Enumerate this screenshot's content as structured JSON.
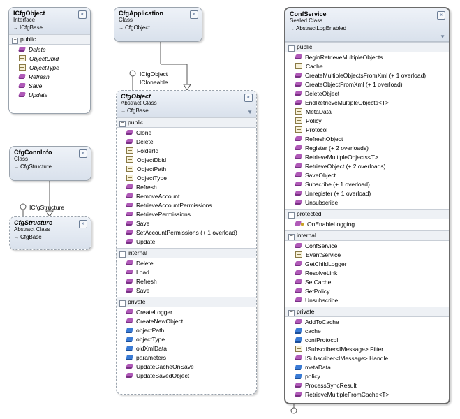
{
  "icfgobject": {
    "name": "ICfgObject",
    "kind": "Interface",
    "base": "ICfgBase",
    "sections": [
      {
        "title": "public",
        "items": [
          {
            "label": "Delete",
            "icon": "method-icon"
          },
          {
            "label": "ObjectDbid",
            "icon": "property-icon"
          },
          {
            "label": "ObjectType",
            "icon": "property-icon"
          },
          {
            "label": "Refresh",
            "icon": "method-icon"
          },
          {
            "label": "Save",
            "icon": "method-icon"
          },
          {
            "label": "Update",
            "icon": "method-icon"
          }
        ]
      }
    ]
  },
  "cfgapplication": {
    "name": "CfgApplication",
    "kind": "Class",
    "base": "CfgObject"
  },
  "cfgconninfo": {
    "name": "CfgConnInfo",
    "kind": "Class",
    "base": "CfgStructure"
  },
  "cfgstructure": {
    "name": "CfgStructure",
    "kind": "Abstract Class",
    "base": "CfgBase"
  },
  "cfgobject": {
    "name": "CfgObject",
    "kind": "Abstract Class",
    "base": "CfgBase",
    "sections": [
      {
        "title": "public",
        "items": [
          {
            "label": "Clone",
            "icon": "method-icon"
          },
          {
            "label": "Delete",
            "icon": "method-icon"
          },
          {
            "label": "FolderId",
            "icon": "property-icon"
          },
          {
            "label": "ObjectDbid",
            "icon": "property-icon"
          },
          {
            "label": "ObjectPath",
            "icon": "property-icon"
          },
          {
            "label": "ObjectType",
            "icon": "property-icon"
          },
          {
            "label": "Refresh",
            "icon": "method-icon"
          },
          {
            "label": "RemoveAccount",
            "icon": "method-icon"
          },
          {
            "label": "RetrieveAccountPermissions",
            "icon": "method-icon"
          },
          {
            "label": "RetrievePermissions",
            "icon": "method-icon"
          },
          {
            "label": "Save",
            "icon": "method-icon"
          },
          {
            "label": "SetAccountPermissions (+ 1 overload)",
            "icon": "method-icon"
          },
          {
            "label": "Update",
            "icon": "method-icon"
          }
        ]
      },
      {
        "title": "internal",
        "items": [
          {
            "label": "Delete",
            "icon": "method-icon"
          },
          {
            "label": "Load",
            "icon": "method-icon"
          },
          {
            "label": "Refresh",
            "icon": "method-icon"
          },
          {
            "label": "Save",
            "icon": "method-icon"
          }
        ]
      },
      {
        "title": "private",
        "items": [
          {
            "label": "CreateLogger",
            "icon": "method-icon"
          },
          {
            "label": "CreateNewObject",
            "icon": "method-icon"
          },
          {
            "label": "objectPath",
            "icon": "field-icon"
          },
          {
            "label": "objectType",
            "icon": "field-icon"
          },
          {
            "label": "oldXmlData",
            "icon": "field-icon"
          },
          {
            "label": "parameters",
            "icon": "field-icon"
          },
          {
            "label": "UpdateCacheOnSave",
            "icon": "method-icon"
          },
          {
            "label": "UpdateSavedObject",
            "icon": "method-icon"
          }
        ]
      }
    ]
  },
  "confservice": {
    "name": "ConfService",
    "kind": "Sealed Class",
    "base": "AbstractLogEnabled",
    "sections": [
      {
        "title": "public",
        "items": [
          {
            "label": "BeginRetrieveMultipleObjects",
            "icon": "method-icon"
          },
          {
            "label": "Cache",
            "icon": "property-icon"
          },
          {
            "label": "CreateMultipleObjectsFromXml (+ 1 overload)",
            "icon": "method-icon"
          },
          {
            "label": "CreateObjectFromXml (+ 1 overload)",
            "icon": "method-icon"
          },
          {
            "label": "DeleteObject",
            "icon": "method-icon"
          },
          {
            "label": "EndRetrieveMultipleObjects<T>",
            "icon": "method-icon"
          },
          {
            "label": "MetaData",
            "icon": "property-icon"
          },
          {
            "label": "Policy",
            "icon": "property-icon"
          },
          {
            "label": "Protocol",
            "icon": "property-icon"
          },
          {
            "label": "RefreshObject",
            "icon": "method-icon"
          },
          {
            "label": "Register (+ 2 overloads)",
            "icon": "method-icon"
          },
          {
            "label": "RetrieveMultipleObjects<T>",
            "icon": "method-icon"
          },
          {
            "label": "RetrieveObject (+ 2 overloads)",
            "icon": "method-icon"
          },
          {
            "label": "SaveObject",
            "icon": "method-icon"
          },
          {
            "label": "Subscribe (+ 1 overload)",
            "icon": "method-icon"
          },
          {
            "label": "Unregister (+ 1 overload)",
            "icon": "method-icon"
          },
          {
            "label": "Unsubscribe",
            "icon": "method-icon"
          }
        ]
      },
      {
        "title": "protected",
        "items": [
          {
            "label": "OnEnableLogging",
            "icon": "protected-method-icon"
          }
        ]
      },
      {
        "title": "internal",
        "items": [
          {
            "label": "ConfService",
            "icon": "method-icon"
          },
          {
            "label": "EventService",
            "icon": "property-icon"
          },
          {
            "label": "GetChildLogger",
            "icon": "method-icon"
          },
          {
            "label": "ResolveLink",
            "icon": "method-icon"
          },
          {
            "label": "SetCache",
            "icon": "method-icon"
          },
          {
            "label": "SetPolicy",
            "icon": "method-icon"
          },
          {
            "label": "Unsubscribe",
            "icon": "method-icon"
          }
        ]
      },
      {
        "title": "private",
        "items": [
          {
            "label": "AddToCache",
            "icon": "method-icon"
          },
          {
            "label": "cache",
            "icon": "field-icon"
          },
          {
            "label": "confProtocol",
            "icon": "field-icon"
          },
          {
            "label": "ISubscriber<IMessage>.Filter",
            "icon": "property-icon"
          },
          {
            "label": "ISubscriber<IMessage>.Handle",
            "icon": "method-icon"
          },
          {
            "label": "metaData",
            "icon": "field-icon"
          },
          {
            "label": "policy",
            "icon": "field-icon"
          },
          {
            "label": "ProcessSyncResult",
            "icon": "method-icon"
          },
          {
            "label": "RetrieveMultipleFromCache<T>",
            "icon": "method-icon"
          }
        ]
      }
    ]
  },
  "lollipops": {
    "cfgobject_iface1": "ICfgObject",
    "cfgobject_iface2": "ICloneable",
    "cfgstructure_iface": "ICfgStructure"
  },
  "glyphs": {
    "collapse_up": "«",
    "collapse_down": "»",
    "section_toggle": "−",
    "base_arrow": "→",
    "filter": "▼"
  }
}
